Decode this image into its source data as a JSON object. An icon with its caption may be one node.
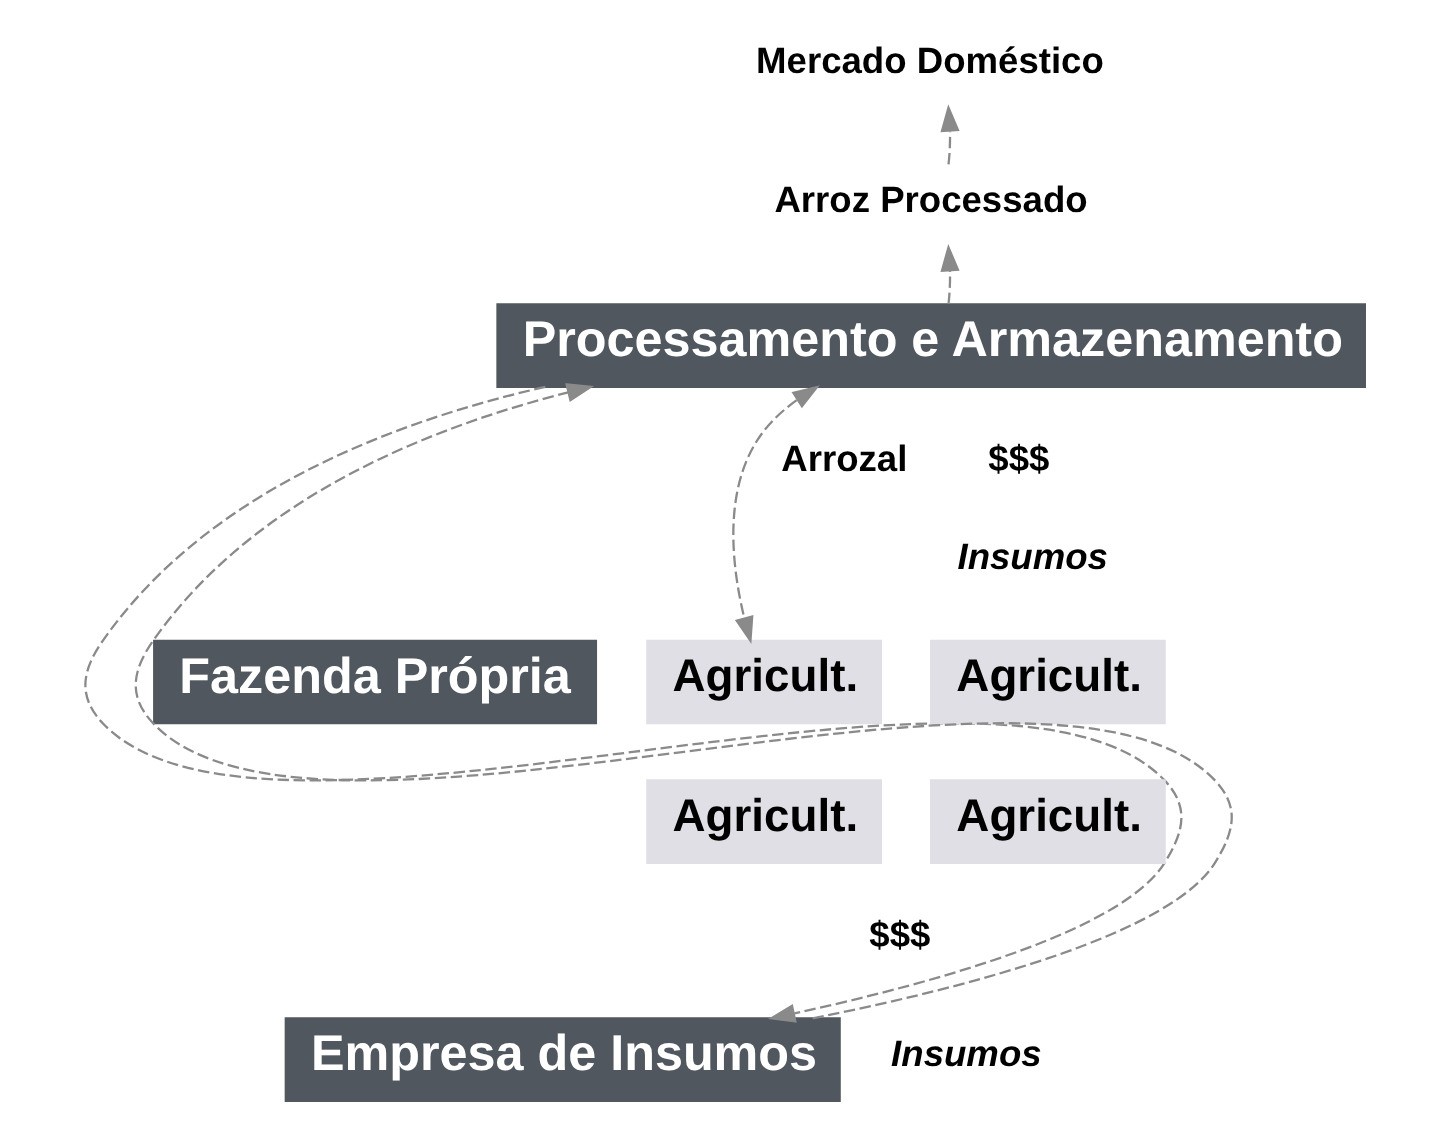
{
  "diagram": {
    "nodes": [
      {
        "text": [
          "Mercado Doméstico"
        ]
      },
      {
        "text": [
          "Arroz Processado"
        ]
      },
      {
        "text": [
          "Processamento e Armazenamento"
        ]
      },
      {
        "text": [
          "Fazenda Própria"
        ]
      },
      {
        "text": [
          "Agricult."
        ]
      },
      {
        "text": [
          "Agricult."
        ]
      },
      {
        "text": [
          "Agricult."
        ]
      },
      {
        "text": [
          "Agricult."
        ]
      },
      {
        "text": [
          "Empresa de Insumos"
        ]
      }
    ],
    "edges": [
      {
        "from": 2,
        "to": 1,
        "arrow": "to",
        "style": "dashed"
      },
      {
        "from": 1,
        "to": 0,
        "arrow": "to",
        "style": "dashed"
      },
      {
        "from": 2,
        "to": 4,
        "arrow": "both",
        "style": "dashed"
      },
      {
        "from": 2,
        "to": 8,
        "arrow": "to",
        "style": "dashed"
      },
      {
        "from": 8,
        "to": 2,
        "arrow": "to",
        "style": "dashed"
      }
    ],
    "labels": [
      "Arrozal",
      "$$$",
      "Insumos",
      "$$$",
      "Insumos"
    ]
  }
}
